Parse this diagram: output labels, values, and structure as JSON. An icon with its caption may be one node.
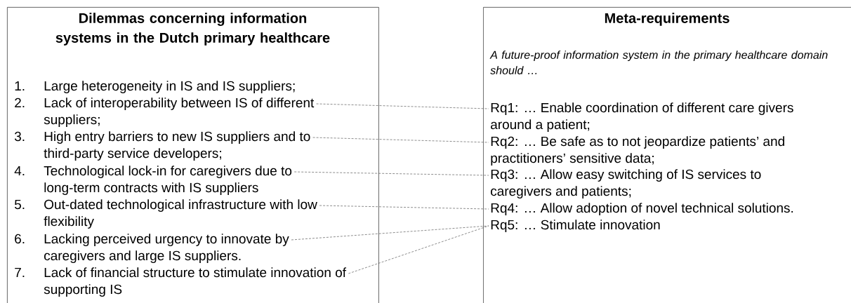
{
  "diagram": {
    "nodes": [
      {
        "text": [
          "Dilemmas concerning information systems in the Dutch primary healthcare"
        ]
      },
      {
        "text": [
          "Meta-requirements",
          "A future-proof information system in the primary healthcare domain should …"
        ]
      },
      {
        "text": [
          "1.",
          "Large heterogeneity in IS and IS suppliers;"
        ],
        "in": 0
      },
      {
        "text": [
          "2.",
          "Lack of interoperability between IS of different suppliers;"
        ],
        "in": 0
      },
      {
        "text": [
          "3.",
          "High entry barriers to new IS suppliers and to third-party service developers;"
        ],
        "in": 0
      },
      {
        "text": [
          "4.",
          "Technological lock-in for caregivers due to long-term contracts with IS suppliers"
        ],
        "in": 0
      },
      {
        "text": [
          "5.",
          "Out-dated technological infrastructure with low flexibility"
        ],
        "in": 0
      },
      {
        "text": [
          "6.",
          "Lacking perceived urgency to innovate by caregivers and large IS suppliers."
        ],
        "in": 0
      },
      {
        "text": [
          "7.",
          "Lack of financial structure to stimulate innovation of supporting IS"
        ],
        "in": 0
      },
      {
        "text": [
          "Rq1: … Enable coordination of different care givers around a patient;"
        ],
        "in": 1
      },
      {
        "text": [
          "Rq2: … Be safe as to not jeopardize patients’ and practitioners’ sensitive data;"
        ],
        "in": 1
      },
      {
        "text": [
          "Rq3: … Allow easy switching of IS services to caregivers and patients;"
        ],
        "in": 1
      },
      {
        "text": [
          "Rq4: … Allow adoption of novel technical solutions."
        ],
        "in": 1
      },
      {
        "text": [
          "Rq5: … Stimulate innovation"
        ],
        "in": 1
      }
    ],
    "edges": [
      {
        "from": 3,
        "to": 9,
        "arrow": "none",
        "style": "dashed"
      },
      {
        "from": 4,
        "to": 10,
        "arrow": "none",
        "style": "dashed"
      },
      {
        "from": 5,
        "to": 11,
        "arrow": "none",
        "style": "dashed"
      },
      {
        "from": 6,
        "to": 12,
        "arrow": "none",
        "style": "dashed"
      },
      {
        "from": 7,
        "to": 13,
        "arrow": "none",
        "style": "dashed"
      },
      {
        "from": 8,
        "to": 13,
        "arrow": "none",
        "style": "dashed"
      }
    ]
  }
}
